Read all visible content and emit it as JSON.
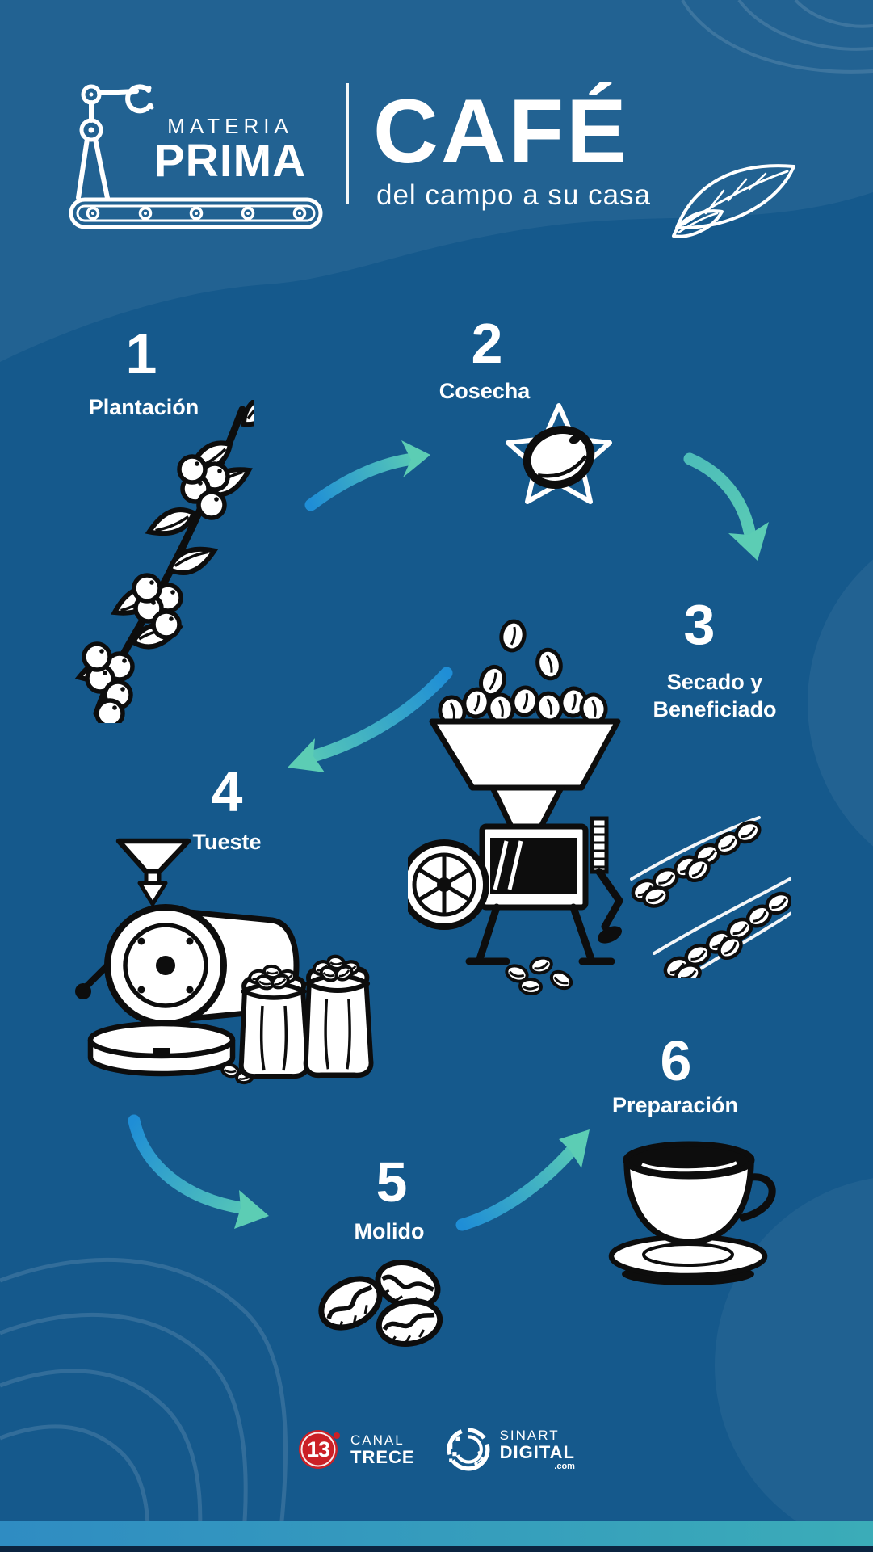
{
  "header": {
    "brand_top": "MATERIA",
    "brand_bottom": "PRIMA",
    "title": "CAFÉ",
    "subtitle": "del campo a su casa"
  },
  "steps": [
    {
      "number": "1",
      "label": "Plantación"
    },
    {
      "number": "2",
      "label": "Cosecha"
    },
    {
      "number": "3",
      "label": "Secado y\nBeneficiado"
    },
    {
      "number": "4",
      "label": "Tueste"
    },
    {
      "number": "5",
      "label": "Molido"
    },
    {
      "number": "6",
      "label": "Preparación"
    }
  ],
  "footer": {
    "canal13_number": "13",
    "canal13_line1": "CANAL",
    "canal13_line2": "TRECE",
    "sinart_line1": "SINART",
    "sinart_line2": "DIGITAL",
    "sinart_line3": ".com"
  },
  "icons": {
    "brand": "robotic-arm-conveyor-icon",
    "header_leaf": "coffee-leaf-icon",
    "step1": "coffee-branch-illustration",
    "step2": "coffee-cherry-star-illustration",
    "step3_main": "depulper-mill-illustration",
    "step3_side": "drying-beans-illustration",
    "step4": "coffee-roaster-sacks-illustration",
    "step5": "ground-coffee-beans-illustration",
    "step6": "coffee-cup-illustration",
    "arrows": "gradient-curved-arrow",
    "canal13": "canal-13-logo",
    "sinart": "sinart-digital-logo"
  },
  "colors": {
    "background": "#15598C",
    "ink": "#0d0d0d",
    "white": "#ffffff",
    "arrow_start": "#1F8ED6",
    "arrow_end": "#5CCDB4",
    "canal13_red": "#CB2026",
    "bar_left": "#2F8CC2",
    "bar_right": "#3BACB8",
    "bar_strip": "#0B2440"
  }
}
